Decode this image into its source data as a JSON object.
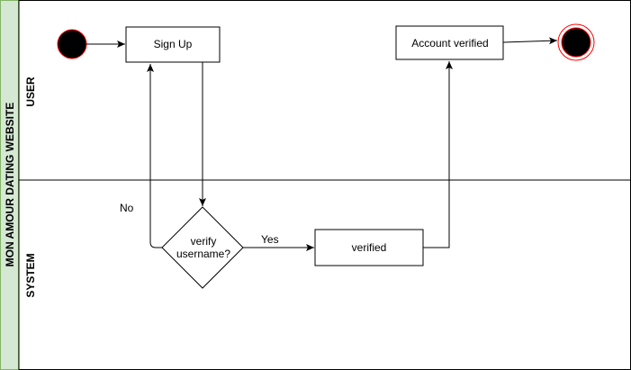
{
  "pool": {
    "title": "MON AMOUR DATING WEBSITE",
    "title_band_color": "#d5e8d4",
    "title_band_border": "#82b366"
  },
  "lanes": [
    {
      "label": "USER"
    },
    {
      "label": "SYSTEM"
    }
  ],
  "nodes": {
    "sign_up": "Sign Up",
    "account_verified": "Account verified",
    "decision_line1": "verify",
    "decision_line2": "username?",
    "verified": "verified"
  },
  "edges": {
    "yes_label": "Yes",
    "no_label": "No"
  },
  "colors": {
    "state_fill": "#000000",
    "state_ring": "#ff0000"
  }
}
